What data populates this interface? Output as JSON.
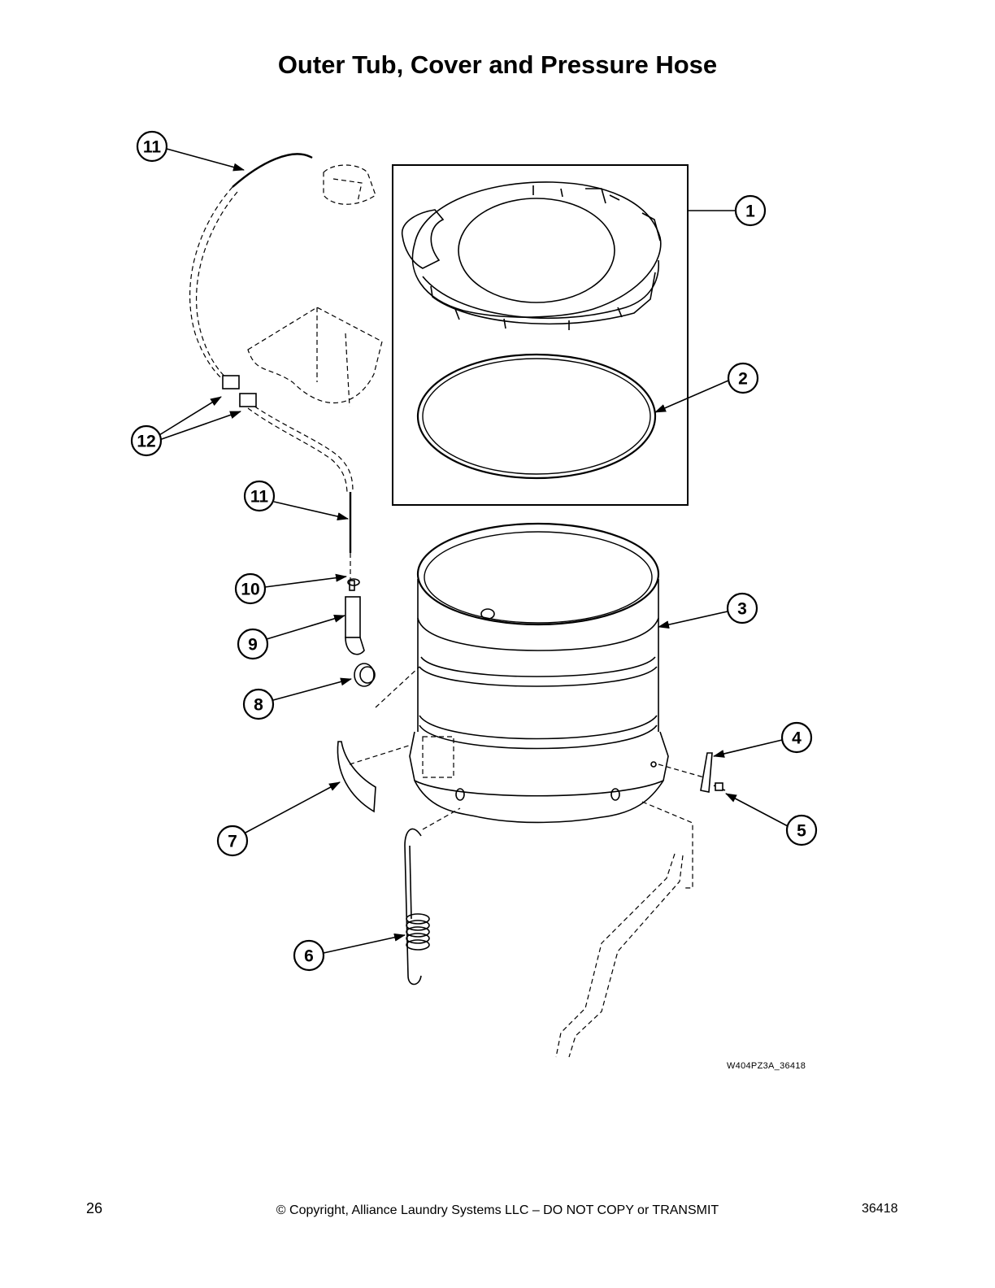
{
  "title": "Outer Tub, Cover and Pressure Hose",
  "callouts": [
    {
      "id": "11a",
      "label": "11"
    },
    {
      "id": "1",
      "label": "1"
    },
    {
      "id": "2",
      "label": "2"
    },
    {
      "id": "12",
      "label": "12"
    },
    {
      "id": "11b",
      "label": "11"
    },
    {
      "id": "10",
      "label": "10"
    },
    {
      "id": "9",
      "label": "9"
    },
    {
      "id": "3",
      "label": "3"
    },
    {
      "id": "8",
      "label": "8"
    },
    {
      "id": "4",
      "label": "4"
    },
    {
      "id": "7",
      "label": "7"
    },
    {
      "id": "5",
      "label": "5"
    },
    {
      "id": "6",
      "label": "6"
    }
  ],
  "diagram_code": "W404PZ3A_36418",
  "footer": {
    "page_number": "26",
    "copyright": "© Copyright, Alliance Laundry Systems LLC – DO NOT COPY or TRANSMIT",
    "doc_number": "36418"
  }
}
